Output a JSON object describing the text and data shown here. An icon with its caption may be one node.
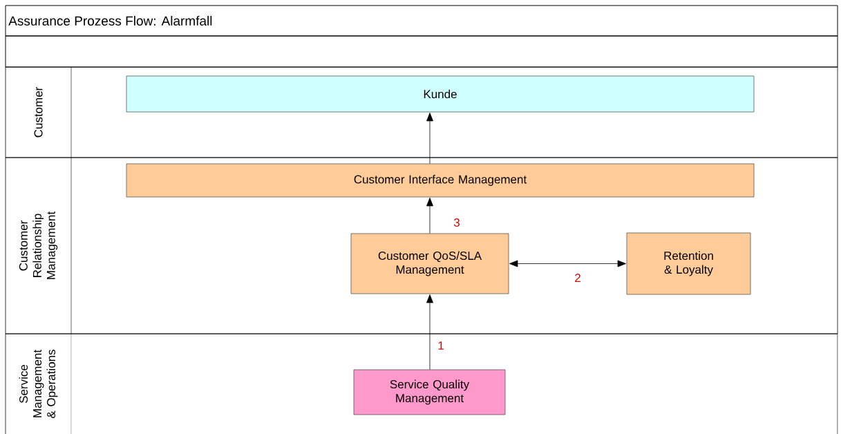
{
  "diagram": {
    "title": "Assurance Prozess Flow: Alarmfall",
    "nodes": [
      {
        "text": [
          "Customer"
        ]
      },
      {
        "text": [
          "Kunde"
        ],
        "in": 0
      },
      {
        "text": [
          "Customer Relationship Management"
        ]
      },
      {
        "text": [
          "Customer Interface Management"
        ],
        "in": 2
      },
      {
        "text": [
          "Customer QoS/SLA Management"
        ],
        "in": 2
      },
      {
        "text": [
          "Retention & Loyalty"
        ],
        "in": 2
      },
      {
        "text": [
          "Service Management & Operations"
        ]
      },
      {
        "text": [
          "Service Quality Management"
        ],
        "in": 6
      }
    ],
    "edges": [
      {
        "from": 3,
        "to": 1,
        "arrow": "to"
      },
      {
        "from": 4,
        "to": 3,
        "arrow": "to",
        "label": "3"
      },
      {
        "from": 4,
        "to": 5,
        "arrow": "both",
        "label": "2"
      },
      {
        "from": 7,
        "to": 4,
        "arrow": "to",
        "label": "1"
      }
    ]
  }
}
